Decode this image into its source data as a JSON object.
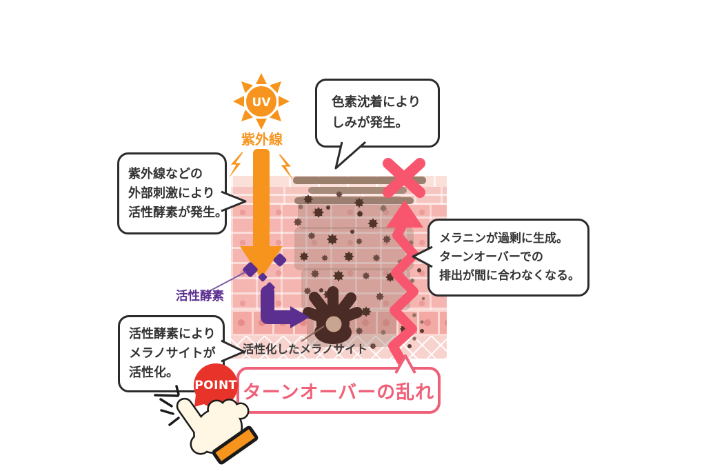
{
  "sun": {
    "label": "UV",
    "caption": "紫外線"
  },
  "bubbles": {
    "top": {
      "lines": [
        "色素沈着により",
        "しみが発生。"
      ]
    },
    "left": {
      "lines": [
        "紫外線などの",
        "外部刺激により",
        "活性酵素が発生。"
      ]
    },
    "right": {
      "lines": [
        "メラニンが過剰に生成。",
        "ターンオーバーでの",
        "排出が間に合わなくなる。"
      ]
    },
    "bottom_left": {
      "lines": [
        "活性酵素により",
        "メラノサイトが",
        "活性化。"
      ]
    }
  },
  "labels": {
    "active_enzyme": "活性酵素",
    "activated_melanocyte": "活性化したメラノサイト"
  },
  "point_badge": {
    "label": "POINT"
  },
  "turnover_box": {
    "label": "ターンオーバーの乱れ"
  },
  "colors": {
    "uv_orange": "#f7941d",
    "zigzag_pink": "#f8566e",
    "enzyme_purple": "#5b2f90",
    "point_red": "#e8332b",
    "turnover_pink": "#ef6079",
    "melanin_dark": "#503329",
    "pigment_bar_brown": "#9b7f6d",
    "skin_pink": "#f5b6b1"
  }
}
